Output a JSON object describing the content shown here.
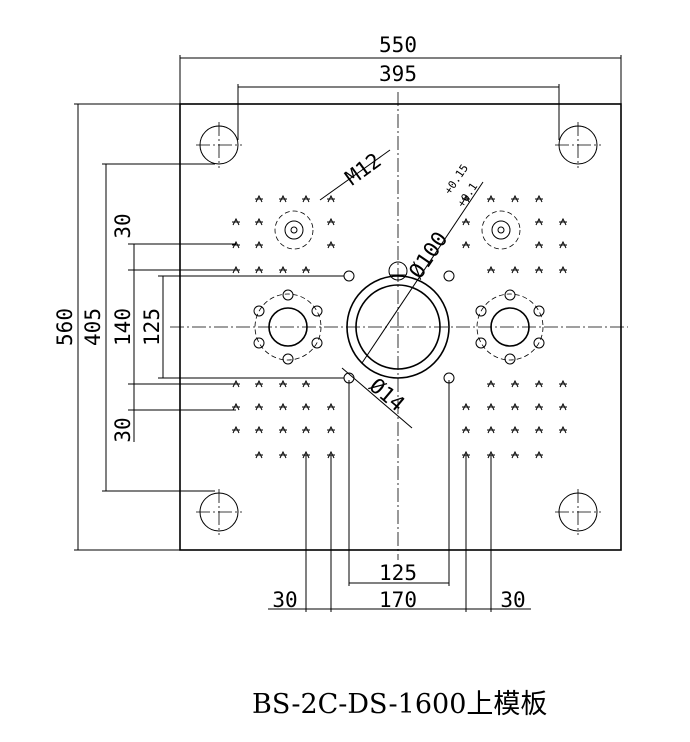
{
  "drawing": {
    "title": "BS-2C-DS-1600上模板",
    "dimensions": {
      "overall_width": "550",
      "tie_bar_spacing_h": "395",
      "overall_height": "560",
      "tie_bar_spacing_v": "405",
      "slot_spacing_140": "140",
      "slot_spacing_125_v": "125",
      "offset_30_top": "30",
      "offset_30_bottom": "30",
      "slot_spacing_125_h": "125",
      "slot_spacing_170": "170",
      "offset_30_left": "30",
      "offset_30_right": "30",
      "thread_callout": "M12",
      "center_bore": "Ø100",
      "center_bore_tol_upper": "+0.15",
      "center_bore_tol_lower": "+0.1",
      "locating_hole": "Ø14"
    }
  }
}
